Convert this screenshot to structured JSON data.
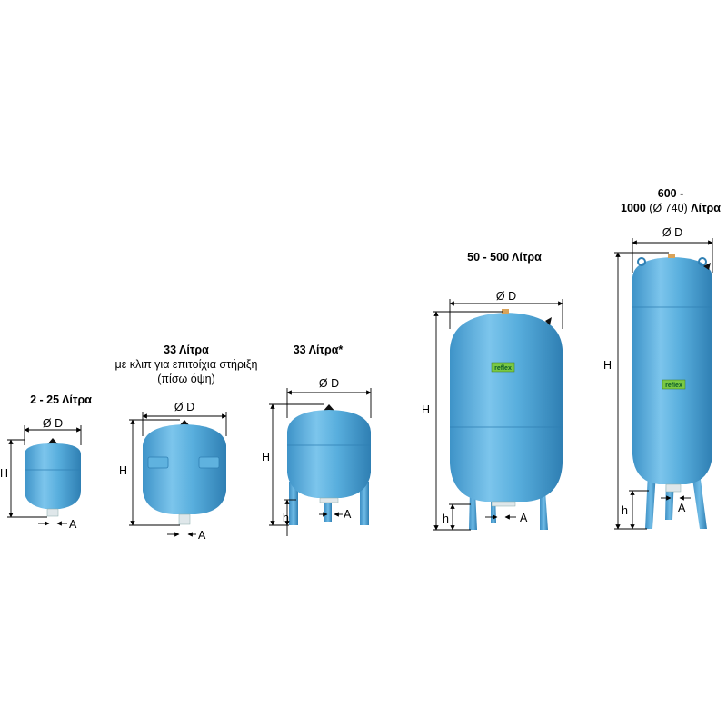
{
  "tanks": [
    {
      "title": "2 - 25 Λίτρα",
      "subtitle_lines": [],
      "labels": {
        "diameter": "Ø D",
        "height": "H",
        "connection": "A"
      }
    },
    {
      "title": "33 Λίτρα",
      "subtitle_lines": [
        "με κλιπ για επιτοίχια στήριξη",
        "(πίσω όψη)"
      ],
      "labels": {
        "diameter": "Ø D",
        "height": "H",
        "connection": "A"
      }
    },
    {
      "title": "33 Λίτρα*",
      "subtitle_lines": [],
      "labels": {
        "diameter": "Ø D",
        "height": "H",
        "leg_height": "h",
        "connection": "A"
      }
    },
    {
      "title": "50 - 500 Λίτρα",
      "subtitle_lines": [],
      "labels": {
        "diameter": "Ø D",
        "height": "H",
        "leg_height": "h",
        "connection": "A"
      },
      "logo": "reflex"
    },
    {
      "title_line1": "600 -",
      "title_line2_bold_start": "1000",
      "title_line2_mid": " (Ø 740) ",
      "title_line2_bold_end": "Λίτρα",
      "subtitle_lines": [],
      "labels": {
        "diameter": "Ø D",
        "height": "H",
        "leg_height": "h",
        "connection": "A"
      },
      "logo": "reflex"
    }
  ],
  "colors": {
    "tank_body": "#4aa3d6",
    "tank_highlight": "#8fd0f2",
    "tank_shadow": "#2c7fb5",
    "logo_bg": "#7ac943"
  }
}
